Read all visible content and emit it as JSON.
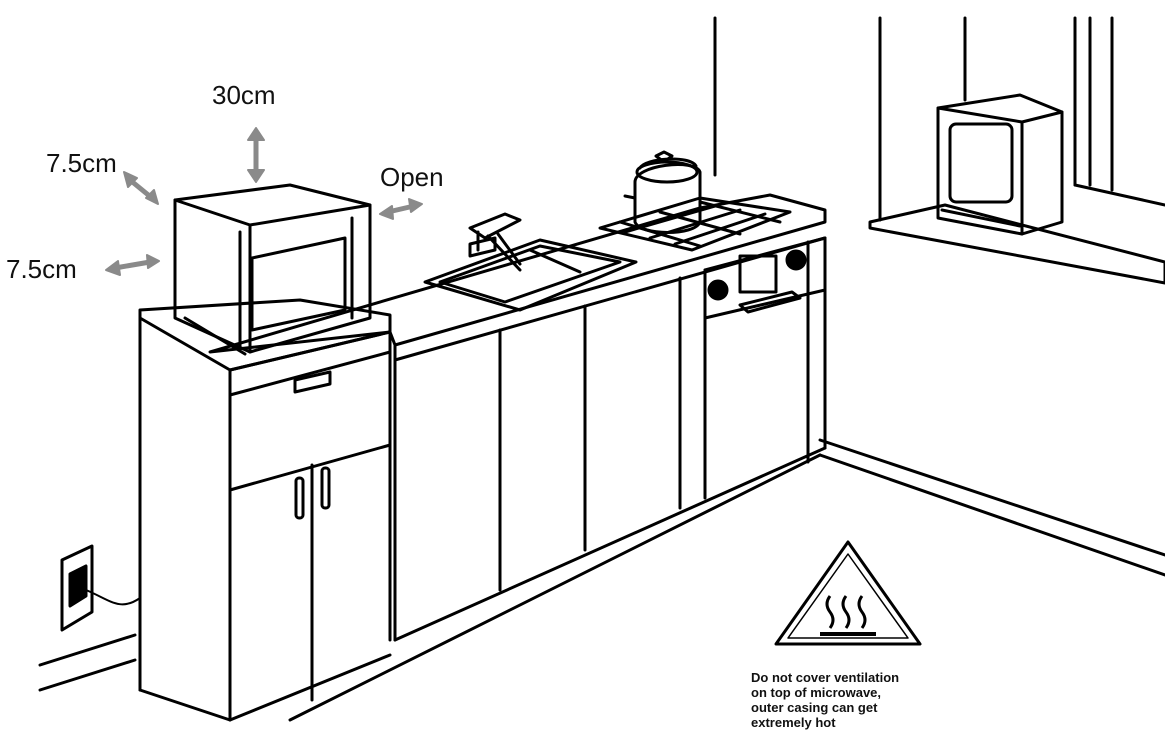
{
  "labels": {
    "top_clearance": "30cm",
    "left_top_clearance": "7.5cm",
    "right_clearance": "Open",
    "left_clearance": "7.5cm"
  },
  "warning": {
    "lines": [
      "Do not cover ventilation",
      "on top of microwave,",
      "outer casing can get",
      "extremely hot"
    ],
    "icon": "hot-surface-icon"
  },
  "colors": {
    "line": "#000000",
    "arrow": "#8a8a8a",
    "background": "#ffffff"
  }
}
